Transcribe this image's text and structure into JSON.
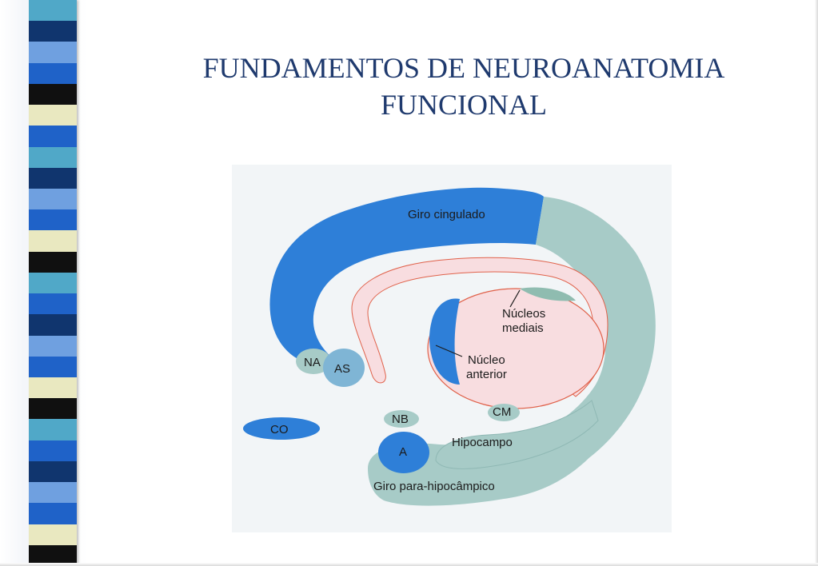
{
  "slide": {
    "title_line1": "FUNDAMENTOS DE  NEUROANATOMIA",
    "title_line2": "FUNCIONAL"
  },
  "decoration": {
    "band_colors": [
      "#50a8c8",
      "#10356e",
      "#6fa0e0",
      "#1f62c8",
      "#101010",
      "#e9e8c0",
      "#1f62c8",
      "#50a8c8",
      "#10356e",
      "#6fa0e0",
      "#1f62c8",
      "#e9e8c0",
      "#101010",
      "#50a8c8",
      "#1f62c8",
      "#10356e",
      "#6fa0e0",
      "#1f62c8",
      "#e9e8c0",
      "#101010",
      "#50a8c8",
      "#1f62c8",
      "#10356e",
      "#6fa0e0",
      "#1f62c8",
      "#e9e8c0",
      "#101010"
    ]
  },
  "diagram": {
    "colors": {
      "blue_structure": "#2e7fd8",
      "gray_green_structure": "#a7cbc7",
      "pink_pathway": "#f8dde0",
      "pathway_outline": "#e0614a",
      "label_text": "#1b1b1b"
    },
    "labels": {
      "giro_cingulado": "Giro cingulado",
      "nucleos_mediais_line1": "Núcleos",
      "nucleos_mediais_line2": "mediais",
      "nucleo_anterior_line1": "Núcleo",
      "nucleo_anterior_line2": "anterior",
      "na": "NA",
      "as": "AS",
      "co": "CO",
      "nb": "NB",
      "cm": "CM",
      "a": "A",
      "hipocampo": "Hipocampo",
      "giro_para_hipocampico": "Giro para-hipocâmpico"
    }
  }
}
